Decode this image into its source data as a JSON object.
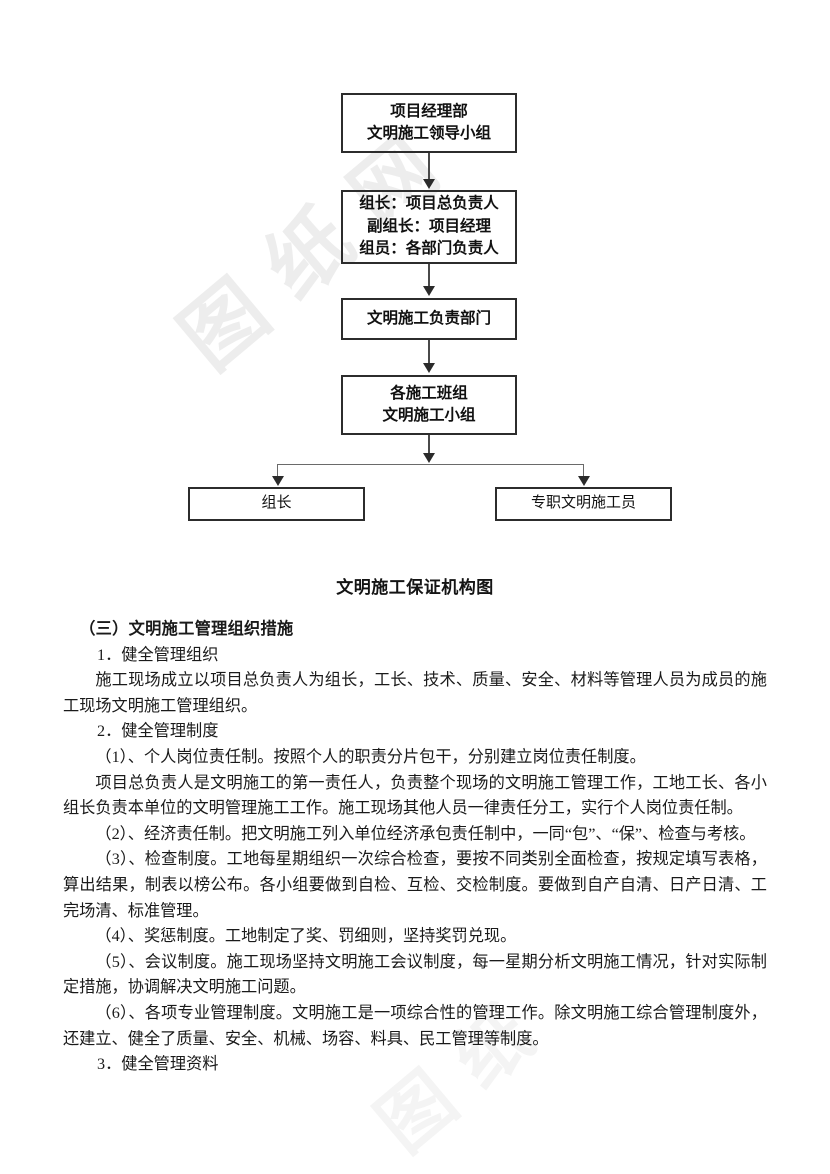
{
  "document": {
    "watermarks": [
      {
        "name": "center-watermark",
        "text": "图 纸 网"
      },
      {
        "name": "bottom-watermark",
        "text": "图 纸"
      }
    ]
  },
  "flowchart": {
    "caption": "文明施工保证机构图",
    "boxes": [
      {
        "id": "leader",
        "lines": [
          "项目经理部",
          "文明施工领导小组"
        ]
      },
      {
        "id": "members",
        "lines": [
          "组长：项目总负责人",
          "副组长：项目经理",
          "组员：各部门负责人"
        ]
      },
      {
        "id": "dept",
        "lines": [
          "文明施工负责部门"
        ]
      },
      {
        "id": "teams",
        "lines": [
          "各施工班组",
          "文明施工小组"
        ]
      },
      {
        "id": "groupleader",
        "lines": [
          "组长"
        ]
      },
      {
        "id": "inspector",
        "lines": [
          "专职文明施工员"
        ]
      }
    ]
  },
  "content": {
    "section_heading": "（三）文明施工管理组织措施",
    "paragraphs": [
      {
        "style": "num",
        "text": "1．健全管理组织"
      },
      {
        "style": "indent",
        "text": "施工现场成立以项目总负责人为组长，工长、技术、质量、安全、材料等管理人员为成员的施工现场文明施工管理组织。"
      },
      {
        "style": "num",
        "text": "2．健全管理制度"
      },
      {
        "style": "indent",
        "text": "（1）、个人岗位责任制。按照个人的职责分片包干，分别建立岗位责任制度。"
      },
      {
        "style": "indent",
        "text": "项目总负责人是文明施工的第一责任人，负责整个现场的文明施工管理工作，工地工长、各小组长负责本单位的文明管理施工工作。施工现场其他人员一律责任分工，实行个人岗位责任制。"
      },
      {
        "style": "indent",
        "text": "（2）、经济责任制。把文明施工列入单位经济承包责任制中，一同“包”、“保”、检查与考核。"
      },
      {
        "style": "indent",
        "text": "（3）、检查制度。工地每星期组织一次综合检查，要按不同类别全面检查，按规定填写表格，算出结果，制表以榜公布。各小组要做到自检、互检、交检制度。要做到自产自清、日产日清、工完场清、标准管理。"
      },
      {
        "style": "indent",
        "text": "（4）、奖惩制度。工地制定了奖、罚细则，坚持奖罚兑现。"
      },
      {
        "style": "indent",
        "text": "（5）、会议制度。施工现场坚持文明施工会议制度，每一星期分析文明施工情况，针对实际制定措施，协调解决文明施工问题。"
      },
      {
        "style": "indent",
        "text": "（6）、各项专业管理制度。文明施工是一项综合性的管理工作。除文明施工综合管理制度外，还建立、健全了质量、安全、机械、场容、料具、民工管理等制度。"
      },
      {
        "style": "num",
        "text": "3．健全管理资料"
      }
    ]
  }
}
